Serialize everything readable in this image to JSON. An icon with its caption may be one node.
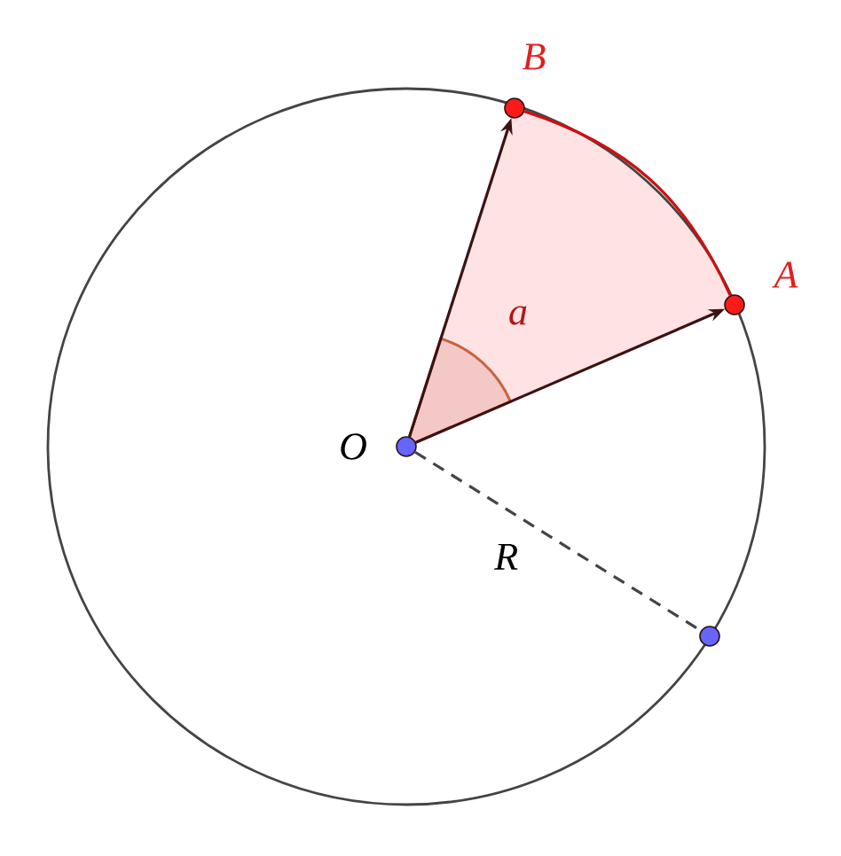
{
  "diagram": {
    "nodes": [
      {
        "text": [],
        "shape": "circle",
        "beside": [
          "B"
        ]
      },
      {
        "text": [],
        "shape": "circle",
        "beside": [
          "A"
        ]
      },
      {
        "text": [],
        "shape": "circle",
        "beside": [
          "O"
        ]
      },
      {
        "text": [],
        "shape": "circle"
      }
    ],
    "edges": [
      {
        "from": 2,
        "to": 1,
        "arrow": "to"
      },
      {
        "from": 2,
        "to": 0,
        "arrow": "to"
      },
      {
        "from": 2,
        "to": 3,
        "arrow": "none",
        "style": "dashed",
        "color": "#444444",
        "label": "R"
      },
      {
        "from": 0,
        "to": 1,
        "arrow": "none",
        "color": "#cc1111"
      }
    ],
    "labels": [
      "a"
    ]
  }
}
